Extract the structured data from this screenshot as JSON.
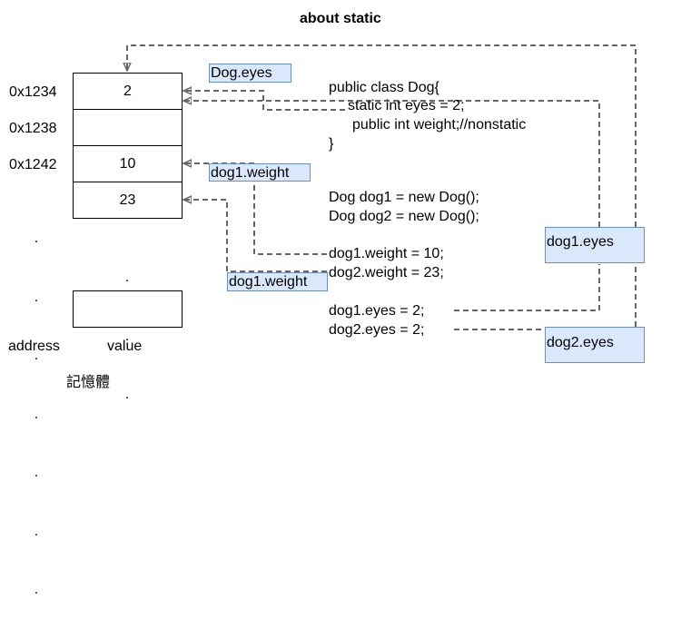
{
  "title": "about static",
  "addresses": [
    "0x1234",
    "0x1238",
    "0x1242"
  ],
  "cells": [
    "2",
    "",
    "10",
    "23"
  ],
  "ellipsis": ".",
  "labels": {
    "address": "address",
    "value": "value",
    "memory": "記憶體"
  },
  "tags": {
    "dog_eyes": "Dog.eyes",
    "dog1_weight_a": "dog1.weight",
    "dog1_weight_b": "dog1.weight",
    "dog1_eyes": "dog1.eyes",
    "dog2_eyes": "dog2.eyes"
  },
  "code": {
    "line1": "public class Dog{",
    "line2": "static int eyes = 2;",
    "line3": "public int weight;//nonstatic",
    "line4": "}",
    "line5": "Dog dog1 = new Dog();",
    "line6": "Dog dog2 = new Dog();",
    "line7": "dog1.weight = 10;",
    "line8": "dog2.weight = 23;",
    "line9": "dog1.eyes = 2;",
    "line10": "dog2.eyes = 2;"
  },
  "colors": {
    "tag_fill": "#dae8fc",
    "tag_border": "#6c8ebf",
    "arrow": "#666666"
  }
}
